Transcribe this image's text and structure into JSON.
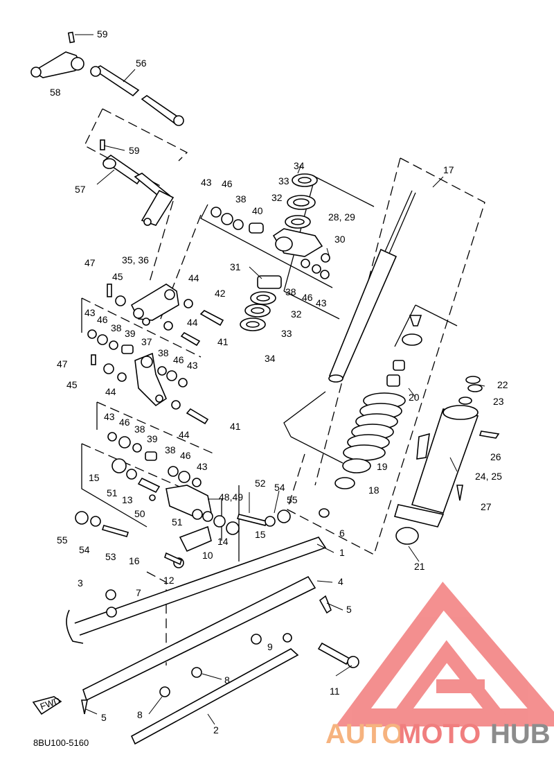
{
  "diagram": {
    "code": "8BU100-5160",
    "fwd_label": "FWD",
    "callouts": [
      {
        "id": "c59a",
        "text": "59"
      },
      {
        "id": "c56",
        "text": "56"
      },
      {
        "id": "c58",
        "text": "58"
      },
      {
        "id": "c59b",
        "text": "59"
      },
      {
        "id": "c57",
        "text": "57"
      },
      {
        "id": "c34a",
        "text": "34"
      },
      {
        "id": "c17",
        "text": "17"
      },
      {
        "id": "c43a",
        "text": "43"
      },
      {
        "id": "c46a",
        "text": "46"
      },
      {
        "id": "c38a",
        "text": "38"
      },
      {
        "id": "c40",
        "text": "40"
      },
      {
        "id": "c33a",
        "text": "33"
      },
      {
        "id": "c32a",
        "text": "32"
      },
      {
        "id": "c2829",
        "text": "28, 29"
      },
      {
        "id": "c30",
        "text": "30"
      },
      {
        "id": "c47a",
        "text": "47"
      },
      {
        "id": "c3536",
        "text": "35, 36"
      },
      {
        "id": "c31",
        "text": "31"
      },
      {
        "id": "c45a",
        "text": "45"
      },
      {
        "id": "c44a",
        "text": "44"
      },
      {
        "id": "c38b",
        "text": "38"
      },
      {
        "id": "c46b",
        "text": "46"
      },
      {
        "id": "c43b",
        "text": "43"
      },
      {
        "id": "c42",
        "text": "42"
      },
      {
        "id": "c32b",
        "text": "32"
      },
      {
        "id": "c43c",
        "text": "43"
      },
      {
        "id": "c46c",
        "text": "46"
      },
      {
        "id": "c38c",
        "text": "38"
      },
      {
        "id": "c39a",
        "text": "39"
      },
      {
        "id": "c44b",
        "text": "44"
      },
      {
        "id": "c33b",
        "text": "33"
      },
      {
        "id": "c41a",
        "text": "41"
      },
      {
        "id": "c37",
        "text": "37"
      },
      {
        "id": "c34b",
        "text": "34"
      },
      {
        "id": "c47b",
        "text": "47"
      },
      {
        "id": "c38d",
        "text": "38"
      },
      {
        "id": "c46d",
        "text": "46"
      },
      {
        "id": "c43d",
        "text": "43"
      },
      {
        "id": "c45b",
        "text": "45"
      },
      {
        "id": "c44c",
        "text": "44"
      },
      {
        "id": "c22",
        "text": "22"
      },
      {
        "id": "c20",
        "text": "20"
      },
      {
        "id": "c23",
        "text": "23"
      },
      {
        "id": "c43e",
        "text": "43"
      },
      {
        "id": "c46e",
        "text": "46"
      },
      {
        "id": "c38e",
        "text": "38"
      },
      {
        "id": "c41b",
        "text": "41"
      },
      {
        "id": "c44d",
        "text": "44"
      },
      {
        "id": "c39b",
        "text": "39"
      },
      {
        "id": "c26",
        "text": "26"
      },
      {
        "id": "c38f",
        "text": "38"
      },
      {
        "id": "c46f",
        "text": "46"
      },
      {
        "id": "c43f",
        "text": "43"
      },
      {
        "id": "c19",
        "text": "19"
      },
      {
        "id": "c2425",
        "text": "24, 25"
      },
      {
        "id": "c15a",
        "text": "15"
      },
      {
        "id": "c51a",
        "text": "51"
      },
      {
        "id": "c13",
        "text": "13"
      },
      {
        "id": "c18",
        "text": "18"
      },
      {
        "id": "c52",
        "text": "52"
      },
      {
        "id": "c54a",
        "text": "54"
      },
      {
        "id": "c4849",
        "text": "48,49"
      },
      {
        "id": "c55a",
        "text": "55"
      },
      {
        "id": "c27",
        "text": "27"
      },
      {
        "id": "c50",
        "text": "50"
      },
      {
        "id": "c51b",
        "text": "51"
      },
      {
        "id": "c14",
        "text": "14"
      },
      {
        "id": "c15b",
        "text": "15"
      },
      {
        "id": "c6",
        "text": "6"
      },
      {
        "id": "c55b",
        "text": "55"
      },
      {
        "id": "c54b",
        "text": "54"
      },
      {
        "id": "c53",
        "text": "53"
      },
      {
        "id": "c10",
        "text": "10"
      },
      {
        "id": "c1",
        "text": "1"
      },
      {
        "id": "c21",
        "text": "21"
      },
      {
        "id": "c16",
        "text": "16"
      },
      {
        "id": "c12",
        "text": "12"
      },
      {
        "id": "c4",
        "text": "4"
      },
      {
        "id": "c3",
        "text": "3"
      },
      {
        "id": "c7",
        "text": "7"
      },
      {
        "id": "c5a",
        "text": "5"
      },
      {
        "id": "c9",
        "text": "9"
      },
      {
        "id": "c8a",
        "text": "8"
      },
      {
        "id": "c11",
        "text": "11"
      },
      {
        "id": "c8b",
        "text": "8"
      },
      {
        "id": "c5b",
        "text": "5"
      },
      {
        "id": "c2",
        "text": "2"
      }
    ]
  },
  "watermark": {
    "part1": "AUTO",
    "part2": "MOTO",
    "part3": "HUB",
    "colors": {
      "auto": "#f6b37f",
      "moto": "#f07e7e",
      "hub": "#8c8c8c",
      "logo": "#f27c7c"
    }
  }
}
